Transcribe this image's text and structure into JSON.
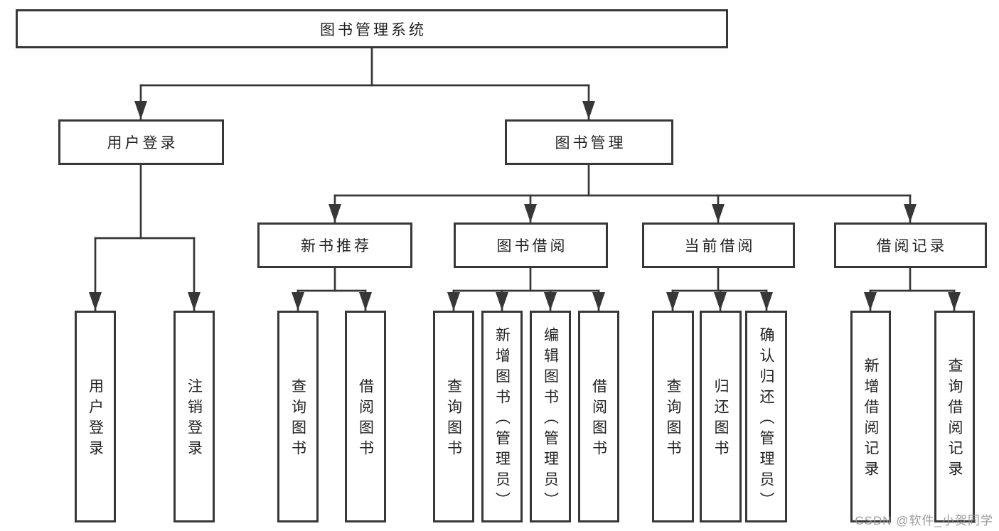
{
  "diagram": {
    "tree": {
      "label": "图书管理系统",
      "children": [
        {
          "label": "用户登录",
          "children": [
            {
              "label": "用户登录"
            },
            {
              "label": "注销登录"
            }
          ]
        },
        {
          "label": "图书管理",
          "children": [
            {
              "label": "新书推荐",
              "children": [
                {
                  "label": "查询图书"
                },
                {
                  "label": "借阅图书"
                }
              ]
            },
            {
              "label": "图书借阅",
              "children": [
                {
                  "label": "查询图书"
                },
                {
                  "label": "新增图书（管理员）"
                },
                {
                  "label": "编辑图书（管理员）"
                },
                {
                  "label": "借阅图书"
                }
              ]
            },
            {
              "label": "当前借阅",
              "children": [
                {
                  "label": "查询图书"
                },
                {
                  "label": "归还图书"
                },
                {
                  "label": "确认归还（管理员）"
                }
              ]
            },
            {
              "label": "借阅记录",
              "children": [
                {
                  "label": "新增借阅记录"
                },
                {
                  "label": "查询借阅记录"
                }
              ]
            }
          ]
        }
      ]
    },
    "colors": {
      "line": "#373737",
      "text": "#222222",
      "background": "#ffffff",
      "watermark": "#949494"
    }
  },
  "watermark": {
    "text": "CSDN @软件_小贺同学"
  }
}
